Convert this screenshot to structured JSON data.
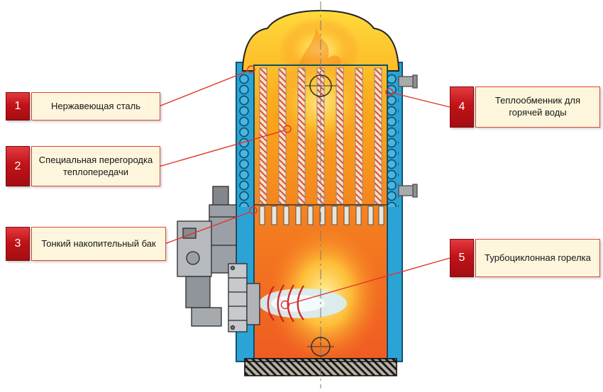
{
  "figure": {
    "labels": [
      {
        "number": "1",
        "text": "Нержавеющая сталь"
      },
      {
        "number": "2",
        "text": "Специальная перегородка теплопередачи"
      },
      {
        "number": "3",
        "text": "Тонкий накопительный бак"
      },
      {
        "number": "4",
        "text": "Теплообменник для горячей воды"
      },
      {
        "number": "5",
        "text": "Турбоциклонная горелка"
      }
    ],
    "colors": {
      "callout_number_bg": "#c01318",
      "callout_box_bg": "#fdf6dc",
      "callout_border": "#de4837",
      "leader_line": "#e2332a",
      "shell_blue": "#2ba3d6",
      "flame_orange": "#f05a22",
      "flame_yellow": "#ffd93b"
    }
  }
}
